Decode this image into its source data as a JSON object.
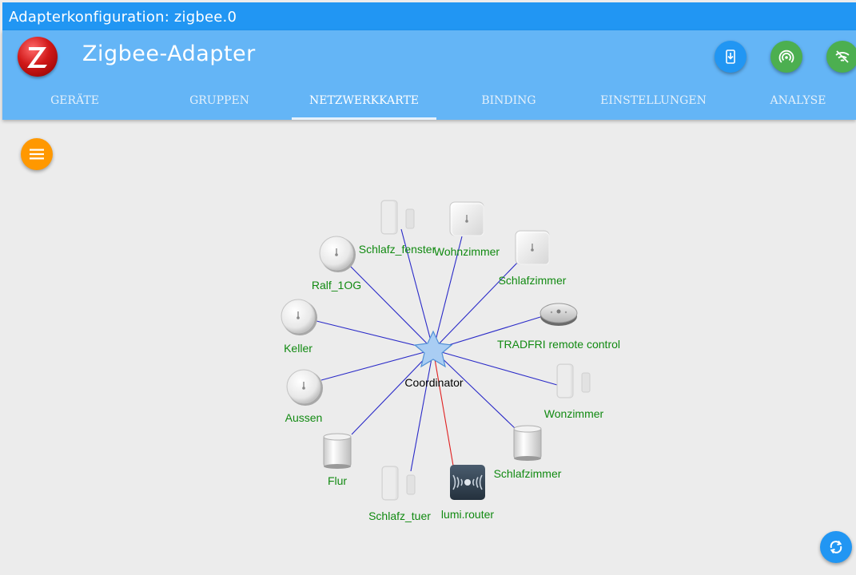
{
  "window": {
    "title": "Adapterkonfiguration: zigbee.0"
  },
  "app": {
    "title": "Zigbee-Adapter"
  },
  "tabs": [
    {
      "label": "GERÄTE"
    },
    {
      "label": "GRUPPEN"
    },
    {
      "label": "NETZWERKKARTE"
    },
    {
      "label": "BINDING"
    },
    {
      "label": "EINSTELLUNGEN"
    },
    {
      "label": "ANALYSE"
    }
  ],
  "active_tab": "NETZWERKKARTE",
  "header_buttons": [
    {
      "icon": "download-icon",
      "color": "#2196f3"
    },
    {
      "icon": "pairing-icon",
      "color": "#4caf50"
    },
    {
      "icon": "signal-off-icon",
      "color": "#4caf50"
    }
  ],
  "map": {
    "coordinator": {
      "label": "Coordinator"
    },
    "nodes": [
      {
        "label": "Schlafz_fenster",
        "type": "door-sensor",
        "link": "blue"
      },
      {
        "label": "Wohnzimmer",
        "type": "temp-square",
        "link": "blue"
      },
      {
        "label": "Schlafzimmer",
        "type": "temp-square",
        "link": "blue"
      },
      {
        "label": "TRADFRI remote control",
        "type": "remote",
        "link": "blue"
      },
      {
        "label": "Wonzimmer",
        "type": "door-sensor",
        "link": "blue"
      },
      {
        "label": "Schlafzimmer",
        "type": "motion-sensor",
        "link": "blue"
      },
      {
        "label": "lumi.router",
        "type": "router",
        "link": "red"
      },
      {
        "label": "Schlafz_tuer",
        "type": "door-sensor",
        "link": "blue"
      },
      {
        "label": "Flur",
        "type": "motion-sensor",
        "link": "blue"
      },
      {
        "label": "Aussen",
        "type": "temp-round",
        "link": "blue"
      },
      {
        "label": "Keller",
        "type": "temp-round",
        "link": "blue"
      },
      {
        "label": "Ralf_1OG",
        "type": "temp-round",
        "link": "blue"
      }
    ],
    "colors": {
      "link": "#2a2ac8",
      "router_link": "#e02020",
      "label": "#118a11"
    }
  },
  "fabs": {
    "menu_icon": "menu-icon",
    "refresh_icon": "refresh-icon",
    "menu_color": "#ff9800",
    "refresh_color": "#2196f3"
  }
}
